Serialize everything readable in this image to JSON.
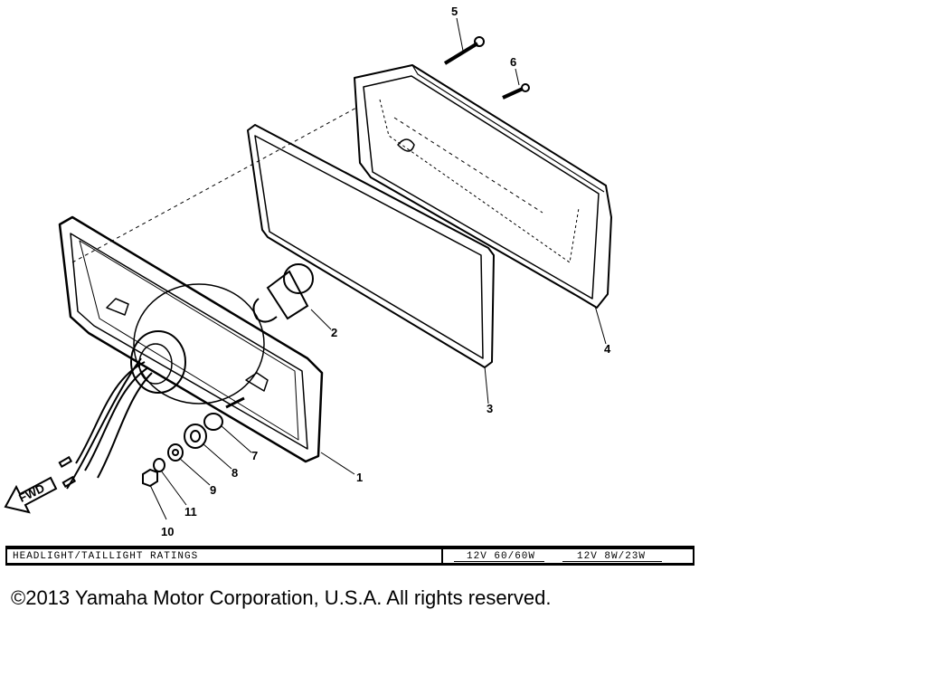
{
  "callouts": {
    "c1": "1",
    "c2": "2",
    "c3": "3",
    "c4": "4",
    "c5": "5",
    "c6": "6",
    "c7": "7",
    "c8": "8",
    "c9": "9",
    "c10": "10",
    "c11": "11"
  },
  "fwd_label": "FWD",
  "ratings": {
    "label": "HEADLIGHT/TAILLIGHT RATINGS",
    "value_headlight": "12V 60/60W",
    "value_taillight": "12V 8W/23W"
  },
  "copyright": "©2013 Yamaha Motor Corporation, U.S.A. All rights reserved."
}
